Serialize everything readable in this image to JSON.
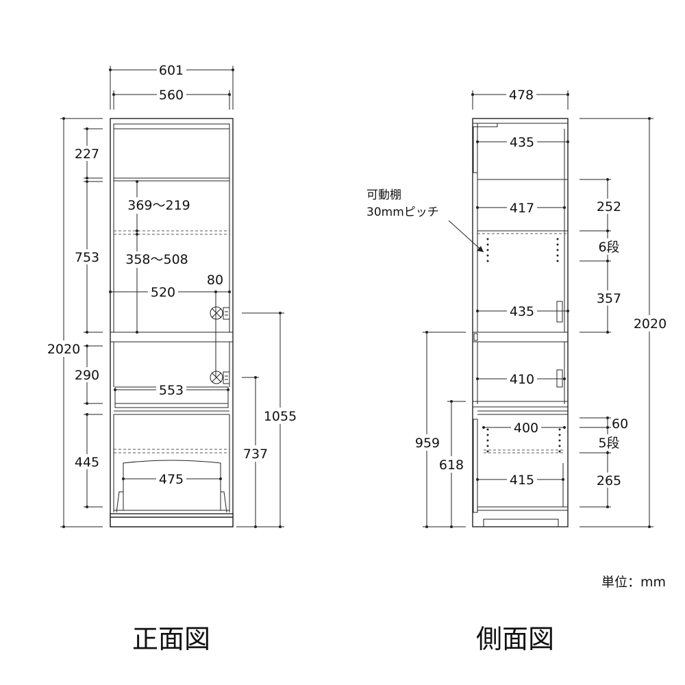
{
  "front_view": {
    "caption": "正面図",
    "width_overall": "601",
    "width_inner": "560",
    "height_overall": "2020",
    "section_top": "227",
    "section_upper": "753",
    "section_middle": "290",
    "section_bottom": "445",
    "shelf_range_1": "369～219",
    "shelf_range_2": "358～508",
    "counter_depth": "80",
    "opening_width": "520",
    "drawer_width": "553",
    "lower_inner_width": "475",
    "height_counter": "1055",
    "height_lower": "737"
  },
  "side_view": {
    "caption": "側面図",
    "depth_overall": "478",
    "depth_top": "435",
    "depth_shelf_upper": "417",
    "depth_mid": "435",
    "depth_drawer": "410",
    "depth_lower_shelf": "400",
    "depth_bottom": "415",
    "adjustable_shelf_line1": "可動棚",
    "adjustable_shelf_line2": "30mmピッチ",
    "h_252": "252",
    "steps_upper": "6段",
    "h_357": "357",
    "h_60": "60",
    "steps_lower": "5段",
    "h_265": "265",
    "height_overall": "2020",
    "height_959": "959",
    "height_618": "618"
  },
  "unit_label": "単位：mm"
}
